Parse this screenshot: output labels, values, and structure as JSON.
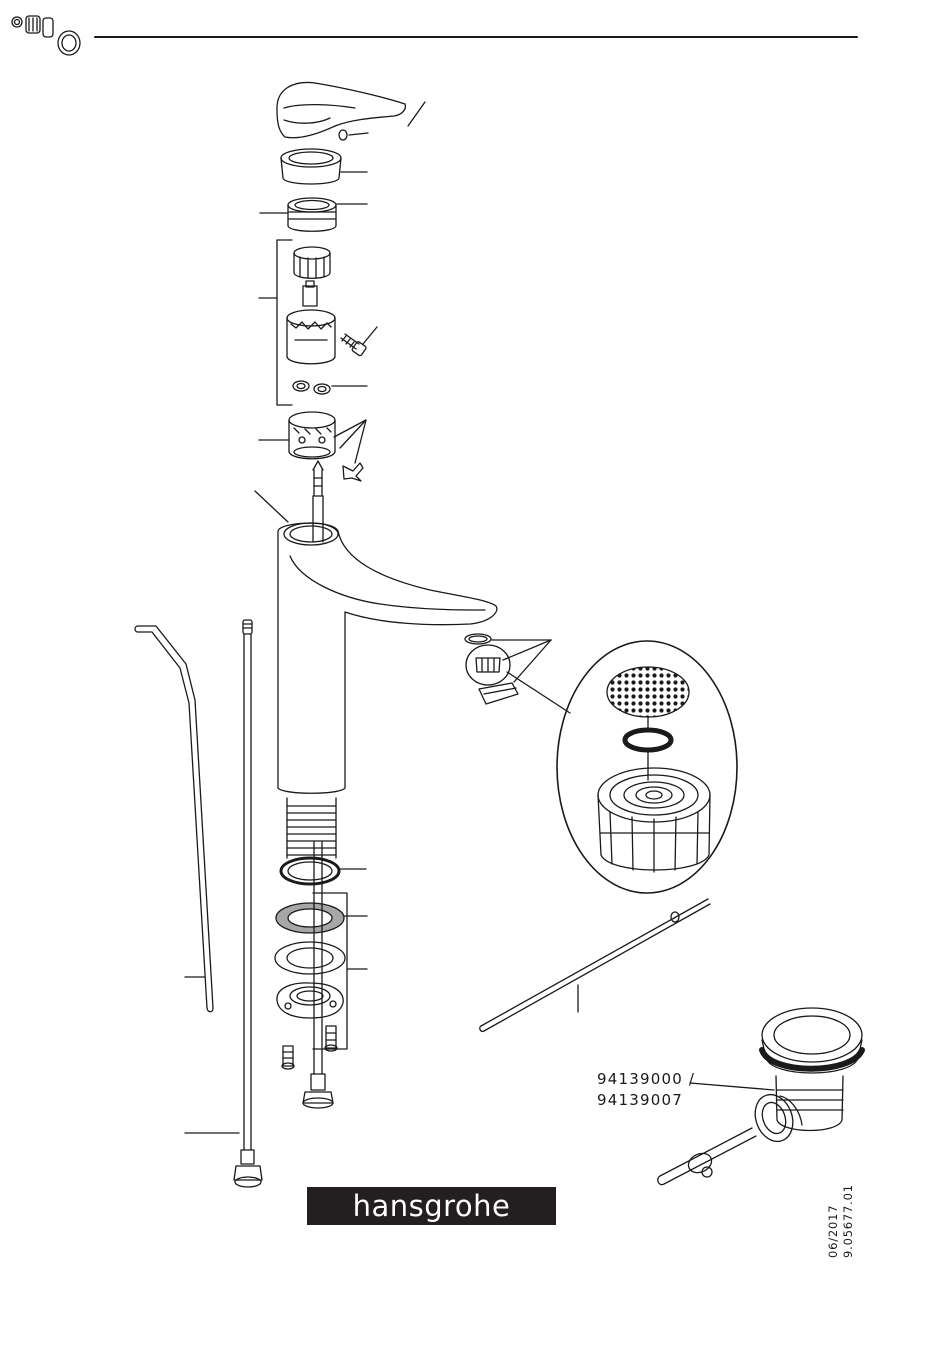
{
  "header": {
    "icon": "aerator-parts-icon"
  },
  "part_numbers": {
    "line1": "94139000 /",
    "line2": "94139007"
  },
  "brand": {
    "name": "hansgrohe",
    "color": "#231f20"
  },
  "document": {
    "date": "06/2017",
    "number": "9.05677.01"
  },
  "colors": {
    "line": "#1a1a1a",
    "shade": "#a7a7a7",
    "background": "#ffffff"
  }
}
